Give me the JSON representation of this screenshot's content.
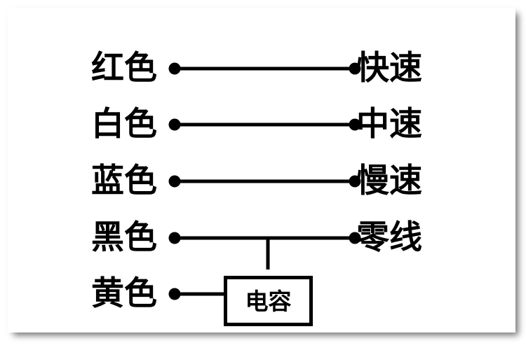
{
  "diagram": {
    "type": "wiring-connection-diagram",
    "title_visible": false,
    "background_color": "#ffffff",
    "line_color": "#000000",
    "card": {
      "background_color": "#ffffff",
      "shadow": true
    },
    "rows": [
      {
        "id": "row-red",
        "left_label": "红色",
        "right_label": "快速",
        "connector": "line",
        "left_dot": true,
        "right_dot": true
      },
      {
        "id": "row-white",
        "left_label": "白色",
        "right_label": "中速",
        "connector": "line",
        "left_dot": true,
        "right_dot": true
      },
      {
        "id": "row-blue",
        "left_label": "蓝色",
        "right_label": "慢速",
        "connector": "line",
        "left_dot": true,
        "right_dot": true
      },
      {
        "id": "row-black",
        "left_label": "黑色",
        "right_label": "零线",
        "connector": "line-with-branch",
        "left_dot": true,
        "right_dot": true
      },
      {
        "id": "row-yellow",
        "left_label": "黄色",
        "right_label": "",
        "connector": "line-to-component",
        "left_dot": true,
        "right_dot": false
      }
    ],
    "component": {
      "id": "capacitor",
      "label": "电容",
      "shape": "rectangle",
      "border_color": "#000000",
      "fill_color": "#ffffff"
    }
  }
}
